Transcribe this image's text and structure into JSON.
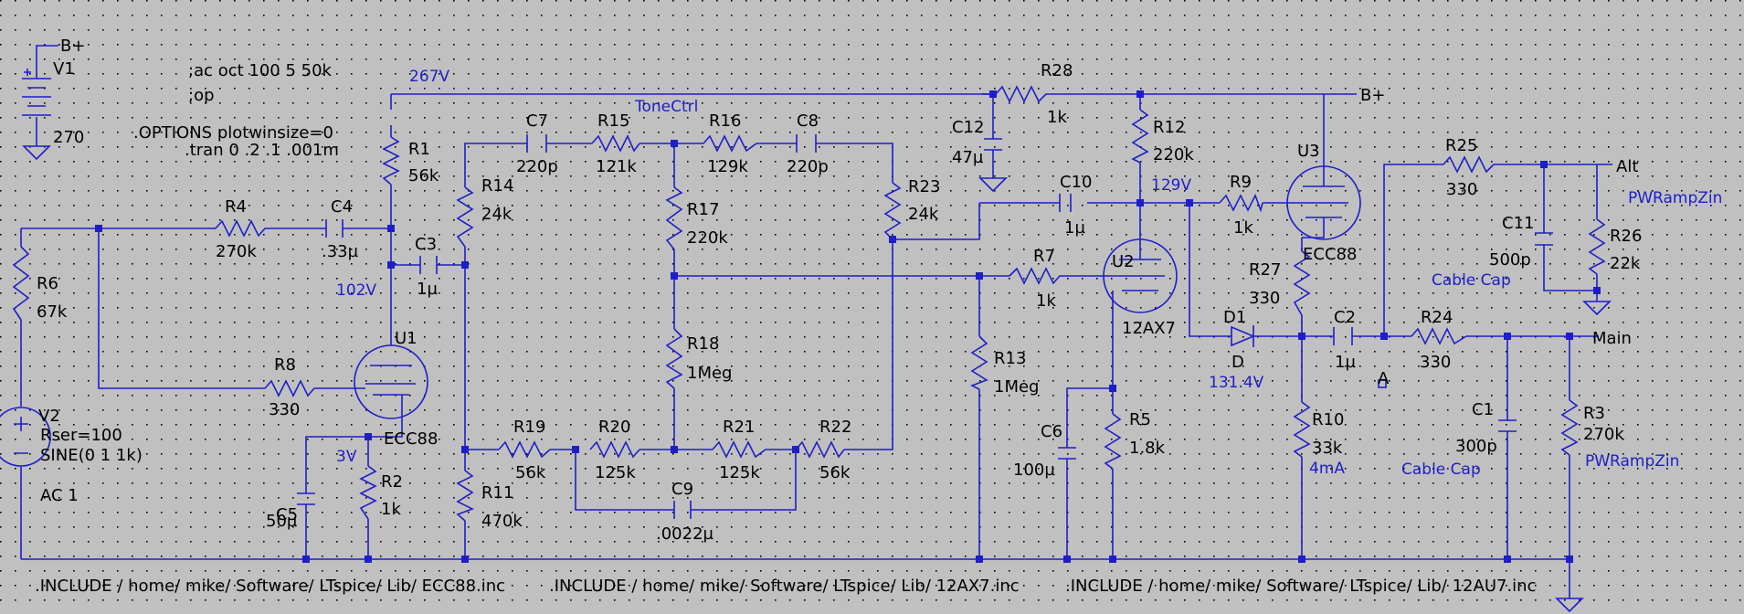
{
  "directives": {
    "ac": ";ac oct 100 5 50k",
    "op": ";op",
    "options": ".OPTIONS plotwinsize=0",
    "tran": ".tran 0 .2 .1 .001m"
  },
  "includes": [
    ".INCLUDE / home/ mike/ Software/ LTspice/ Lib/ ECC88.inc",
    ".INCLUDE / home/ mike/ Software/ LTspice/ Lib/ 12AX7.inc",
    ".INCLUDE / home/ mike/ Software/ LTspice/ Lib/ 12AU7.inc"
  ],
  "net_labels": {
    "bplus_top": "B+",
    "bplus_right": "B+",
    "alt": "Alt",
    "main": "Main",
    "a": "A"
  },
  "annotations": {
    "v267": "267V",
    "v102": "102V",
    "v3": "3V",
    "v129": "129V",
    "v131": "131.4V",
    "i4ma": "4mA",
    "tonectrl": "ToneCtrl",
    "cablecap1": "Cable Cap",
    "cablecap2": "Cable Cap",
    "pwramp1": "PWRampZin",
    "pwramp2": "PWRampZin"
  },
  "components": {
    "V1": {
      "name": "V1",
      "value": "270"
    },
    "V2": {
      "name": "V2",
      "line1": "Rser=100",
      "line2": "SINE(0 1 1k)",
      "line3": "AC 1"
    },
    "R1": {
      "name": "R1",
      "value": "56k"
    },
    "R2": {
      "name": "R2",
      "value": "1k"
    },
    "R3": {
      "name": "R3",
      "value": "270k"
    },
    "R4": {
      "name": "R4",
      "value": "270k"
    },
    "R5": {
      "name": "R5",
      "value": "1.8k"
    },
    "R6": {
      "name": "R6",
      "value": "67k"
    },
    "R7": {
      "name": "R7",
      "value": "1k"
    },
    "R8": {
      "name": "R8",
      "value": "330"
    },
    "R9": {
      "name": "R9",
      "value": "1k"
    },
    "R10": {
      "name": "R10",
      "value": "33k"
    },
    "R11": {
      "name": "R11",
      "value": "470k"
    },
    "R12": {
      "name": "R12",
      "value": "220k"
    },
    "R13": {
      "name": "R13",
      "value": "1Meg"
    },
    "R14": {
      "name": "R14",
      "value": "24k"
    },
    "R15": {
      "name": "R15",
      "value": "121k"
    },
    "R16": {
      "name": "R16",
      "value": "129k"
    },
    "R17": {
      "name": "R17",
      "value": "220k"
    },
    "R18": {
      "name": "R18",
      "value": "1Meg"
    },
    "R19": {
      "name": "R19",
      "value": "56k"
    },
    "R20": {
      "name": "R20",
      "value": "125k"
    },
    "R21": {
      "name": "R21",
      "value": "125k"
    },
    "R22": {
      "name": "R22",
      "value": "56k"
    },
    "R23": {
      "name": "R23",
      "value": "24k"
    },
    "R24": {
      "name": "R24",
      "value": "330"
    },
    "R25": {
      "name": "R25",
      "value": "330"
    },
    "R26": {
      "name": "R26",
      "value": "22k"
    },
    "R27": {
      "name": "R27",
      "value": "330"
    },
    "R28": {
      "name": "R28",
      "value": "1k"
    },
    "C1": {
      "name": "C1",
      "value": "300p"
    },
    "C2": {
      "name": "C2",
      "value": "1µ"
    },
    "C3": {
      "name": "C3",
      "value": "1µ"
    },
    "C4": {
      "name": "C4",
      "value": ".33µ"
    },
    "C5": {
      "name": "C5",
      "value": "50µ"
    },
    "C6": {
      "name": "C6",
      "value": "100µ"
    },
    "C7": {
      "name": "C7",
      "value": "220p"
    },
    "C8": {
      "name": "C8",
      "value": "220p"
    },
    "C9": {
      "name": "C9",
      "value": ".0022µ"
    },
    "C10": {
      "name": "C10",
      "value": "1µ"
    },
    "C11": {
      "name": "C11",
      "value": "500p"
    },
    "C12": {
      "name": "C12",
      "value": "47µ"
    },
    "U1": {
      "name": "U1",
      "model": "ECC88"
    },
    "U2": {
      "name": "U2",
      "model": "12AX7"
    },
    "U3": {
      "name": "U3",
      "model": "ECC88"
    },
    "D1": {
      "name": "D1",
      "model": "D"
    }
  }
}
